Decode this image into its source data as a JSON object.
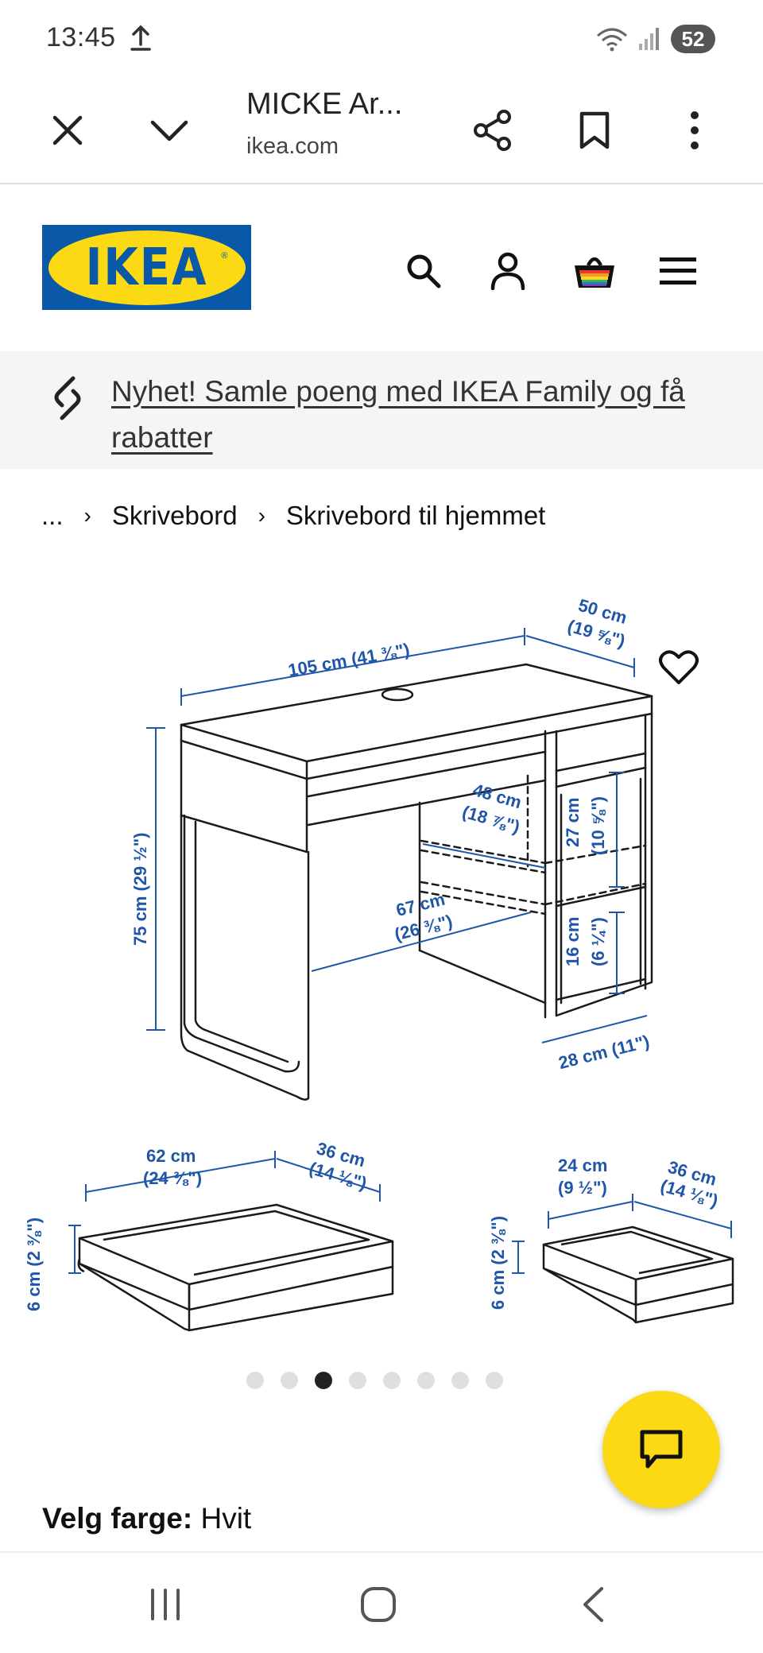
{
  "status": {
    "time": "13:45",
    "battery": "52"
  },
  "browser": {
    "title": "MICKE Ar...",
    "url": "ikea.com"
  },
  "site": {
    "logo_text": "IKEA"
  },
  "promo": {
    "text": "Nyhet! Samle poeng med IKEA Family og få rabatter"
  },
  "breadcrumb": {
    "ellipsis": "...",
    "items": [
      "Skrivebord",
      "Skrivebord til hjemmet"
    ]
  },
  "diagram": {
    "width_label": "105 cm (41 ⅜\")",
    "depth_label_cm": "50 cm",
    "depth_label_in": "(19 ⅝\")",
    "height_label": "75 cm (29 ½\")",
    "shelf_depth_cm": "48 cm",
    "shelf_depth_in": "(18 ⅞\")",
    "legroom_cm": "67 cm",
    "legroom_in": "(26 ⅜\")",
    "upper_space_cm": "27 cm",
    "upper_space_in": "(10 ⅝\")",
    "lower_space_cm": "16 cm",
    "lower_space_in": "(6 ¼\")",
    "cabinet_width": "28 cm (11\")",
    "drawer_large_width_cm": "62 cm",
    "drawer_large_width_in": "(24 ⅜\")",
    "drawer_large_depth_cm": "36 cm",
    "drawer_large_depth_in": "(14 ⅛\")",
    "drawer_large_height": "6 cm (2 ⅜\")",
    "drawer_small_width_cm": "24 cm",
    "drawer_small_width_in": "(9 ½\")",
    "drawer_small_depth_cm": "36 cm",
    "drawer_small_depth_in": "(14 ⅛\")",
    "drawer_small_height": "6 cm (2 ⅜\")"
  },
  "carousel": {
    "count": 8,
    "active_index": 2
  },
  "color_select": {
    "label": "Velg farge:",
    "value": "Hvit"
  },
  "icons": {
    "close": "close-icon",
    "chevron": "chevron-down-icon",
    "share": "share-icon",
    "bookmark": "bookmark-icon",
    "more": "more-vert-icon",
    "search": "search-icon",
    "account": "account-icon",
    "basket": "basket-icon",
    "menu": "menu-icon",
    "link": "link-icon",
    "heart": "heart-icon",
    "chat": "chat-icon"
  },
  "colors": {
    "ikea_blue": "#0a58a8",
    "ikea_yellow": "#fbd914",
    "dimension_blue": "#1f56a8"
  }
}
